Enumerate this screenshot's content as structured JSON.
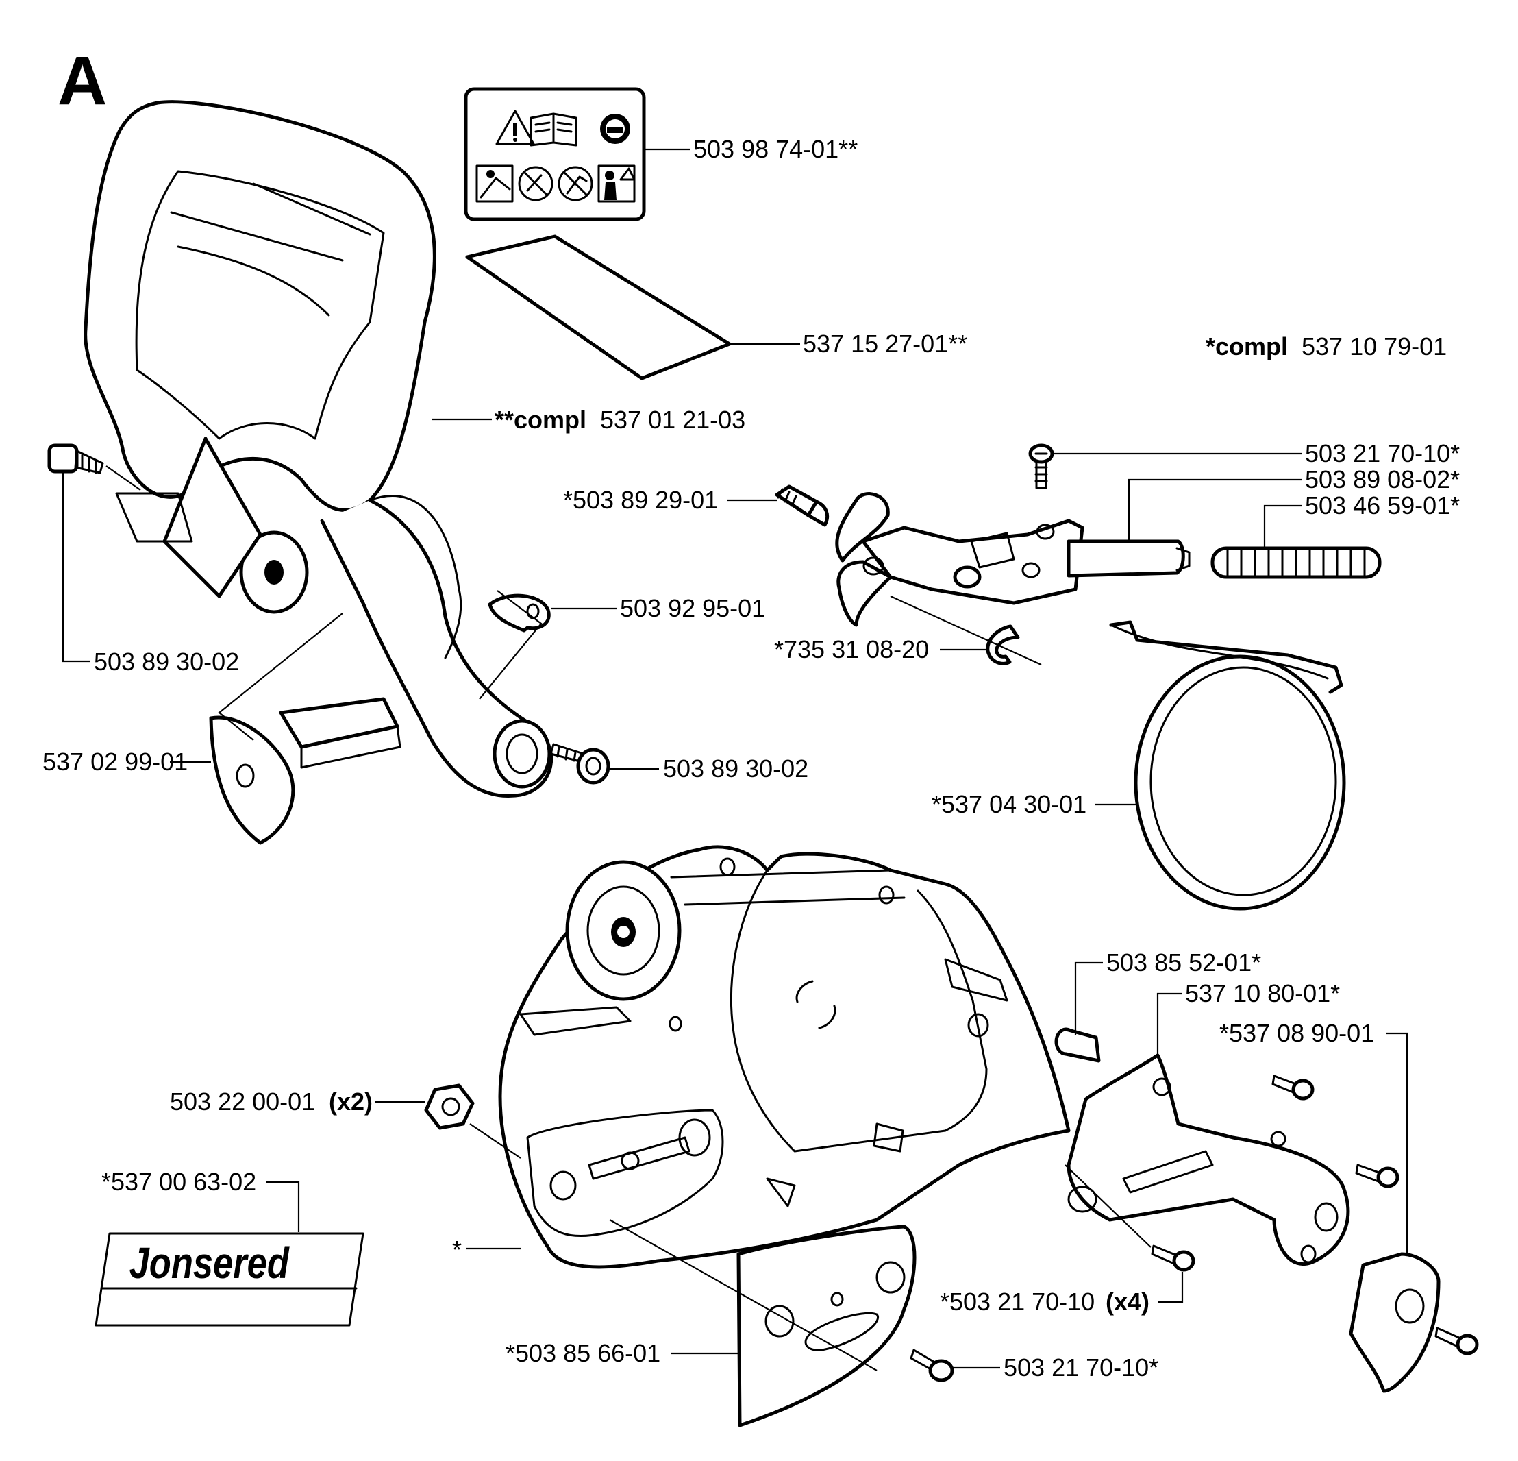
{
  "section": "A",
  "brand": "Jonsered",
  "labels": {
    "decal_warning": "503 98 74-01**",
    "plate": "537 15 27-01**",
    "handguard_compl_prefix": "**compl",
    "handguard_compl_number": "537 01 21-03",
    "brake_compl_prefix": "*compl",
    "brake_compl_number": "537 10 79-01",
    "bolt_left": "503 89 30-02",
    "bolt_right": "503 89 30-02",
    "washer_left": "537 02 99-01",
    "washer_mid": "503 92 95-01",
    "screw_top": "503 21 70-10*",
    "lever": "503 89 08-02*",
    "spring": "503 46 59-01*",
    "pin": "*503 89 29-01",
    "clip": "*735 31 08-20",
    "band": "*537 04 30-01",
    "stud": "503 85 52-01*",
    "cover_plate": "537 10 80-01*",
    "catcher": "*537 08 90-01",
    "nut_prefix": "503 22 00-01",
    "nut_qty": "(x2)",
    "decal_brand": "*537 00 63-02",
    "asterisk_cover": "*",
    "screws_x4_prefix": "*503 21 70-10",
    "screws_x4_qty": "(x4)",
    "guide_plate": "*503 85 66-01",
    "screw_bottom": "503 21 70-10*"
  }
}
